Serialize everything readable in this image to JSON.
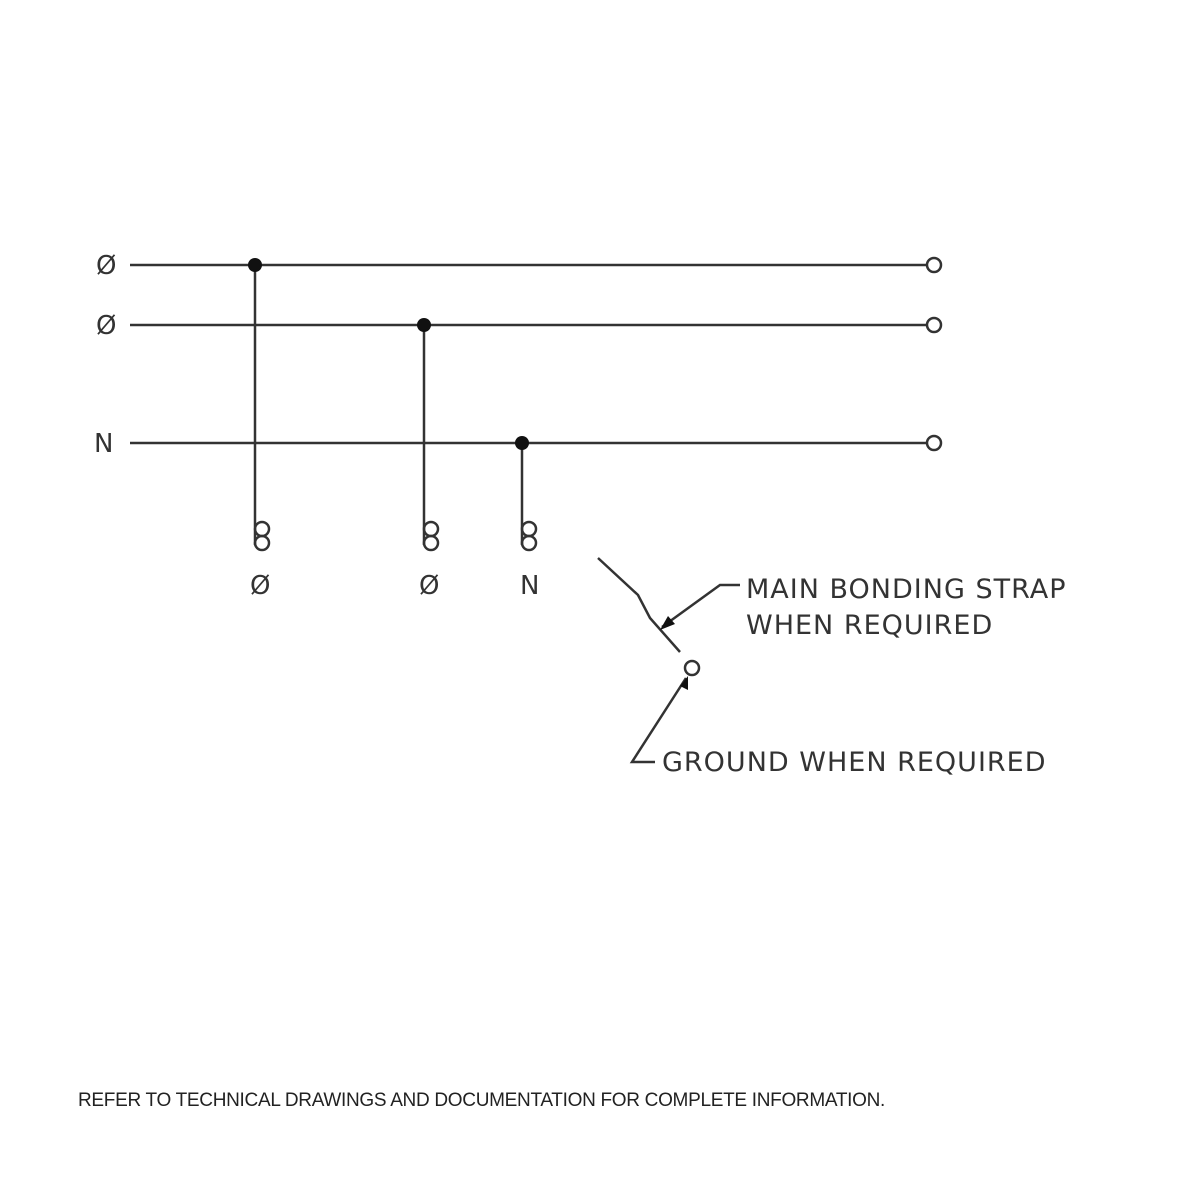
{
  "lines": [
    {
      "label": "Ø"
    },
    {
      "label": "Ø"
    },
    {
      "label": "N"
    }
  ],
  "terminals": [
    {
      "label": "Ø"
    },
    {
      "label": "Ø"
    },
    {
      "label": "N"
    }
  ],
  "notes": {
    "bonding_line1": "MAIN BONDING STRAP",
    "bonding_line2": "WHEN REQUIRED",
    "ground": "GROUND WHEN REQUIRED"
  },
  "footer": "REFER TO TECHNICAL DRAWINGS AND DOCUMENTATION FOR COMPLETE INFORMATION."
}
